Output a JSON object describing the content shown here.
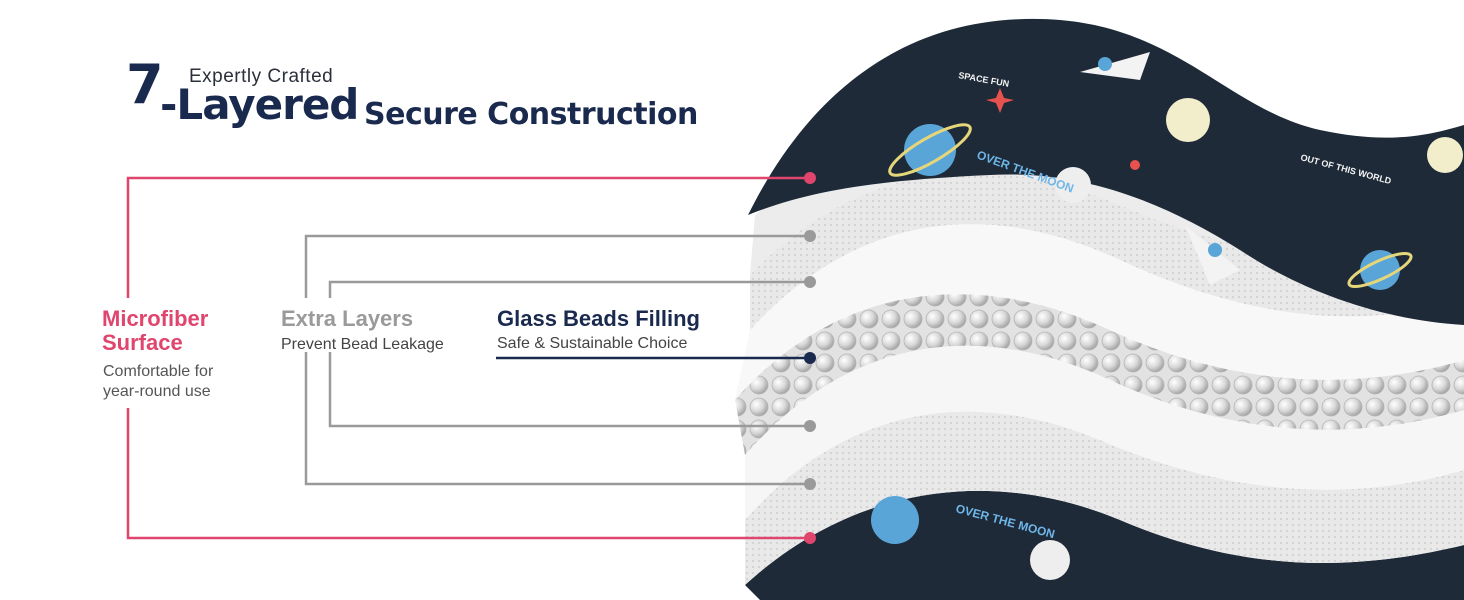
{
  "heading": {
    "number": "7",
    "emphasis": "-Layered",
    "rest": "Secure Construction",
    "kicker": "Expertly Crafted"
  },
  "labels": {
    "microfiber": {
      "title": "Microfiber Surface",
      "subtitle": "Comfortable for year-round use"
    },
    "extra": {
      "title": "Extra Layers",
      "subtitle": "Prevent Bead Leakage"
    },
    "glass": {
      "title": "Glass Beads Filling",
      "subtitle": "Safe & Sustainable Choice"
    }
  },
  "fabric_print": {
    "texts": [
      "OVER THE MOON",
      "SPACE FUN",
      "OUT OF THIS WORLD"
    ]
  },
  "colors": {
    "navy": "#1a2a4f",
    "pink": "#e0456e",
    "gray": "#9a9a9a",
    "fabric": "#1e2a38"
  }
}
